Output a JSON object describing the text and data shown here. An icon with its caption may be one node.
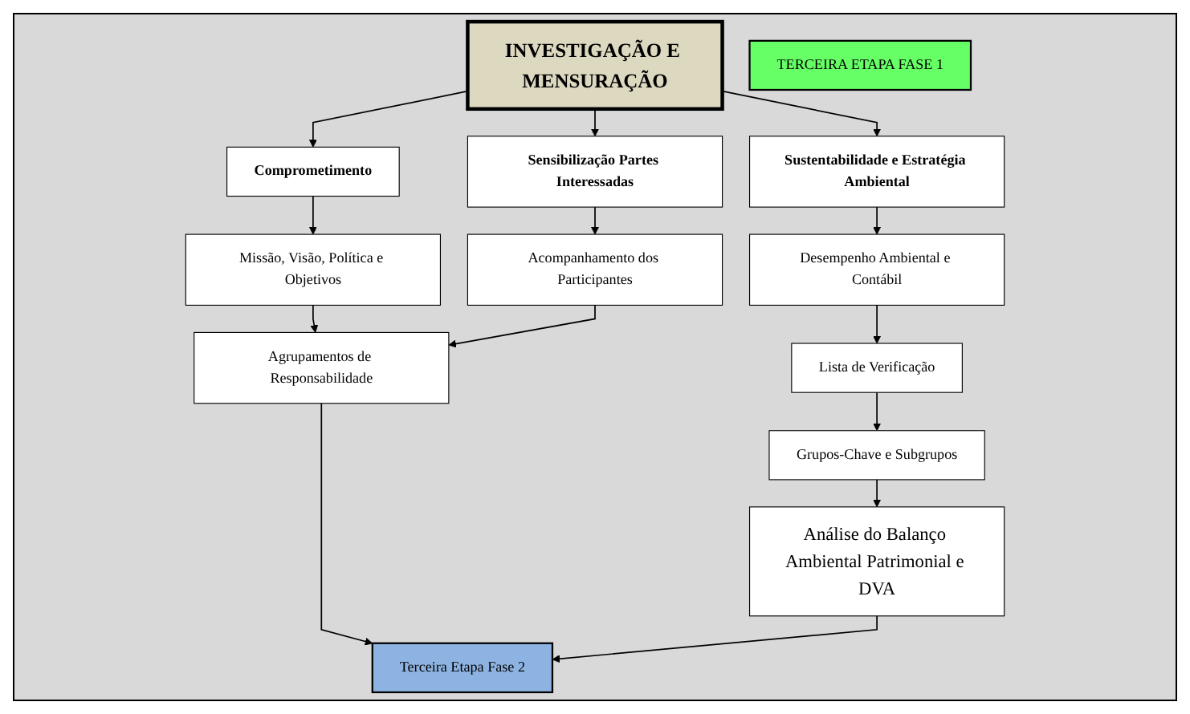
{
  "diagram": {
    "nodes": [
      {
        "text": [
          "INVESTIGAÇÃO E MENSURAÇÃO"
        ]
      },
      {
        "text": [
          "TERCEIRA ETAPA FASE 1"
        ]
      },
      {
        "text": [
          "Sustentabilidade e Estratégia Ambiental"
        ]
      },
      {
        "text": [
          "Comprometimento"
        ]
      },
      {
        "text": [
          "Sensibilização Partes Interessadas"
        ]
      },
      {
        "text": [
          "Desempenho Ambiental e Contábil"
        ]
      },
      {
        "text": [
          "Missão, Visão, Política e Objetivos"
        ]
      },
      {
        "text": [
          "Acompanhamento dos Participantes"
        ]
      },
      {
        "text": [
          "Agrupamentos de Responsabilidade"
        ]
      },
      {
        "text": [
          "Lista de Verificação"
        ]
      },
      {
        "text": [
          "Terceira Etapa Fase 2"
        ]
      },
      {
        "text": [
          "Grupos-Chave e Subgrupos"
        ]
      },
      {
        "text": [
          "Análise do Balanço Ambiental Patrimonial e DVA"
        ]
      }
    ],
    "edges": [
      {
        "from": 0,
        "to": 2,
        "arrow": "to"
      },
      {
        "from": 0,
        "to": 3,
        "arrow": "to"
      },
      {
        "from": 0,
        "to": 4,
        "arrow": "to"
      },
      {
        "from": 2,
        "to": 5,
        "arrow": "to"
      },
      {
        "from": 3,
        "to": 6,
        "arrow": "to"
      },
      {
        "from": 4,
        "to": 7,
        "arrow": "to"
      },
      {
        "from": 6,
        "to": 8,
        "arrow": "to"
      },
      {
        "from": 7,
        "to": 8,
        "arrow": "to"
      },
      {
        "from": 5,
        "to": 9,
        "arrow": "to"
      },
      {
        "from": 9,
        "to": 11,
        "arrow": "to"
      },
      {
        "from": 8,
        "to": 10,
        "arrow": "to"
      },
      {
        "from": 12,
        "to": 10,
        "arrow": "to"
      },
      {
        "from": 11,
        "to": 12,
        "arrow": "to"
      }
    ]
  }
}
